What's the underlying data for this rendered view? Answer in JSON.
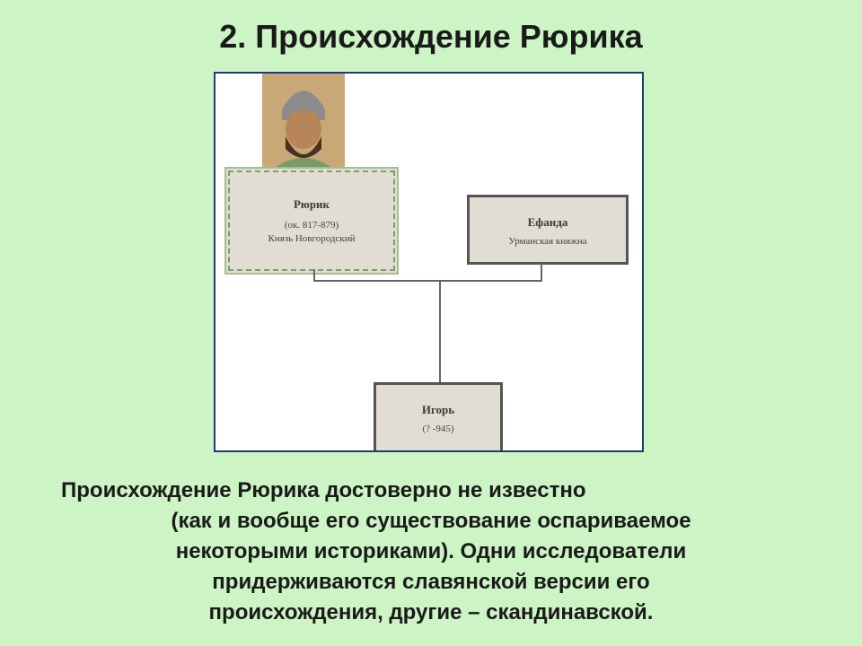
{
  "slide": {
    "title": "2. Происхождение Рюрика",
    "body_lines": [
      "Происхождение Рюрика достоверно не известно",
      "(как и вообще его существование оспариваемое",
      "некоторыми историками). Одни исследователи",
      "придерживаются славянской версии его",
      "происхождения, другие – скандинавской."
    ]
  },
  "tree": {
    "rurik": {
      "name": "Рюрик",
      "dates": "(ок. 817-879)",
      "title": "Князь Новгородский"
    },
    "efanda": {
      "name": "Ефанда",
      "title": "Урманская княжна"
    },
    "igor": {
      "name": "Игорь",
      "dates": "(? -945)"
    }
  }
}
